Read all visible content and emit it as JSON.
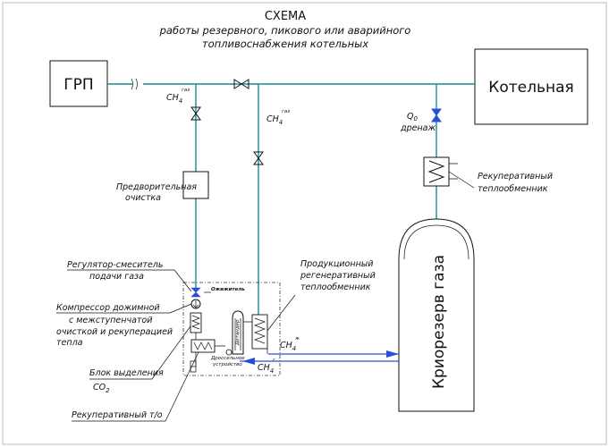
{
  "title": {
    "line1": "СХЕМА",
    "line2": "работы резервного, пикового или аварийного",
    "line3": "топливоснабжения котельных"
  },
  "blocks": {
    "grp": "ГРП",
    "boiler": "Котельная",
    "tank": "Криорезерв газа",
    "precleaning_line1": "Предворительная",
    "precleaning_line2": "очистка"
  },
  "flows": {
    "ch4": "CH",
    "ch4_sub": "4",
    "gas_sup": "газ",
    "gas_sup2": "газ",
    "liq_sup": "ж",
    "gas2_sup": "г",
    "q": "Q",
    "q_sub": "0",
    "drain": "дренаж"
  },
  "labels": {
    "recuperative_hx_line1": "Рекуперативный",
    "recuperative_hx_line2": "теплообменник",
    "product_hx_line1": "Продукционный",
    "product_hx_line2": "регенеративный",
    "product_hx_line3": "теплообменник",
    "regulator_line1": "Регулятор-смеситель",
    "regulator_line2": "подачи газа",
    "compressor_line1": "Компрессор дожимной",
    "compressor_line2": "с межступенчатой",
    "compressor_line3": "очисткой и рекуперацией",
    "compressor_line4": "тепла",
    "co2_block_line1": "Блок выделения",
    "co2_block_line2": "CO",
    "co2_sub": "2",
    "recuperative_to": "Рекуперативный т/о",
    "liquefier": "Ожижитель",
    "expander": "Детандер",
    "throttle_line1": "Дроссельное",
    "throttle_line2": "устройство"
  }
}
